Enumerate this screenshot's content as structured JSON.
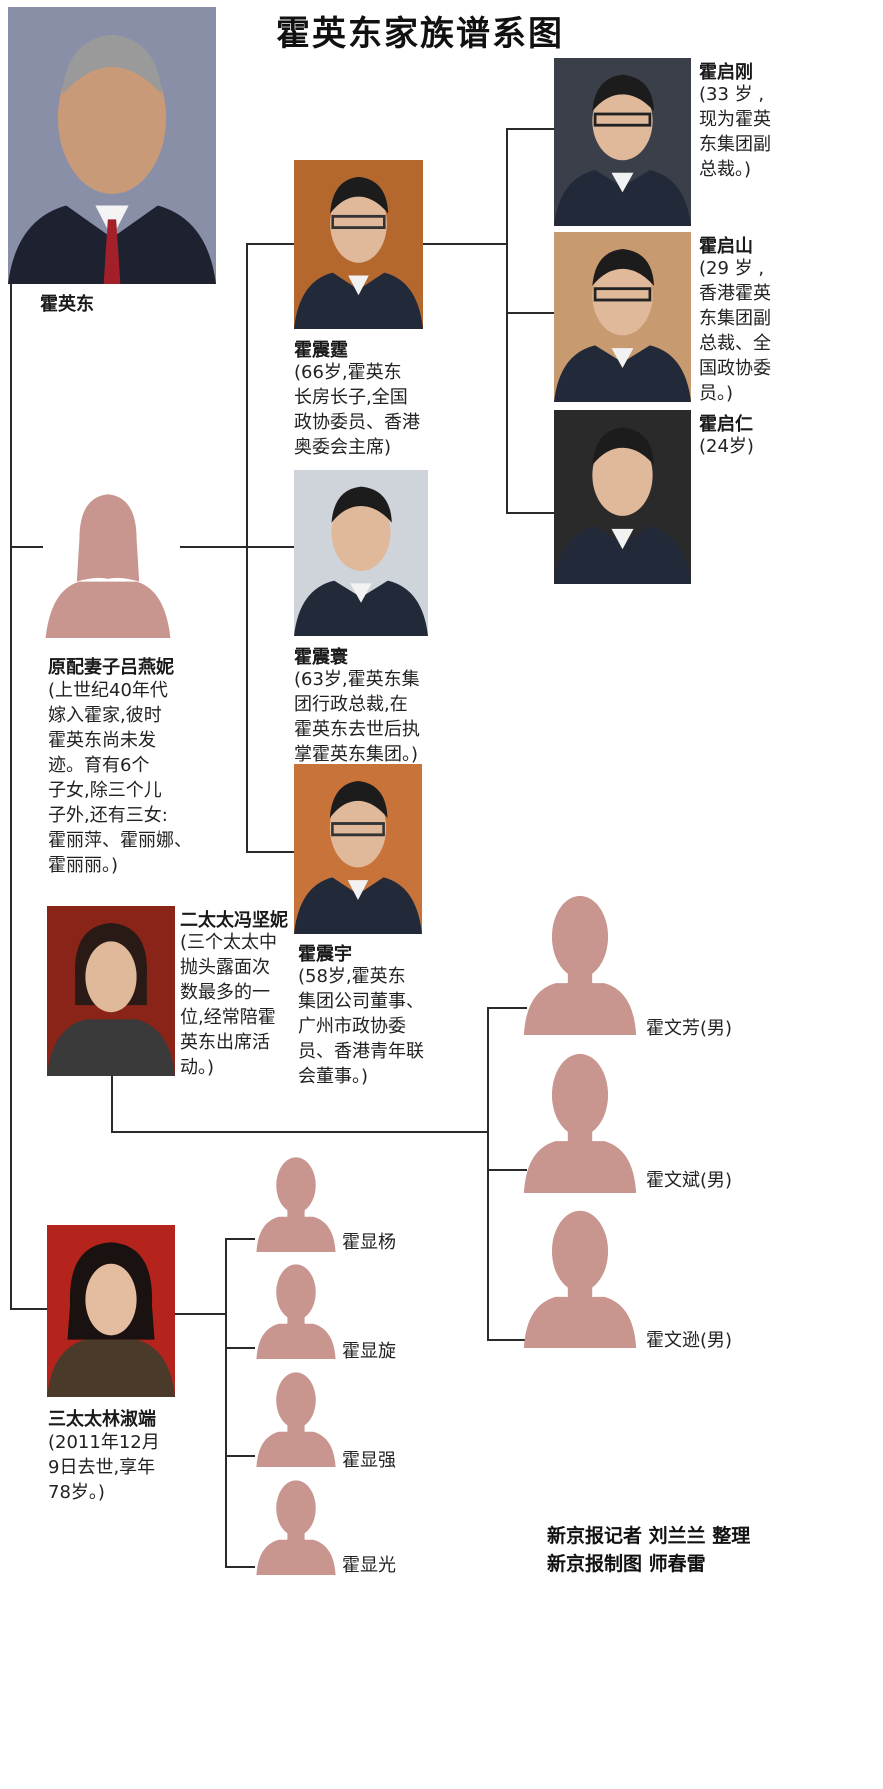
{
  "title": "霍英东家族谱系图",
  "colors": {
    "silhouette": "#c8968f",
    "line": "#2a2a2a"
  },
  "patriarch": {
    "name": "霍英东"
  },
  "wife1": {
    "name": "原配妻子吕燕妮",
    "lines": [
      "(上世纪40年代",
      "嫁入霍家,彼时",
      "霍英东尚未发",
      "迹。育有6个",
      "子女,除三个儿",
      "子外,还有三女:",
      "霍丽萍、霍丽娜、",
      "霍丽丽。)"
    ]
  },
  "son1": {
    "name": "霍震霆",
    "lines": [
      "(66岁,霍英东",
      "长房长子,全国",
      "政协委员、香港",
      "奥委会主席)"
    ]
  },
  "son2": {
    "name": "霍震寰",
    "lines": [
      "(63岁,霍英东集",
      "团行政总裁,在",
      "霍英东去世后执",
      "掌霍英东集团。)"
    ]
  },
  "son3": {
    "name": "霍震宇",
    "lines": [
      "(58岁,霍英东",
      "集团公司董事、",
      "广州市政协委",
      "员、香港青年联",
      "会董事。)"
    ]
  },
  "grand1": {
    "name": "霍启刚",
    "lines": [
      "(33 岁 ,",
      "现为霍英",
      "东集团副",
      "总裁。)"
    ]
  },
  "grand2": {
    "name": "霍启山",
    "lines": [
      "(29 岁 ,",
      "香港霍英",
      "东集团副",
      "总裁、全",
      "国政协委",
      "员。)"
    ]
  },
  "grand3": {
    "name": "霍启仁",
    "lines": [
      "(24岁)"
    ]
  },
  "wife2": {
    "name": "二太太冯坚妮",
    "lines": [
      "(三个太太中",
      "抛头露面次",
      "数最多的一",
      "位,经常陪霍",
      "英东出席活",
      "动。)"
    ]
  },
  "wife2_children": [
    "霍文芳(男)",
    "霍文斌(男)",
    "霍文逊(男)"
  ],
  "wife3": {
    "name": "三太太林淑端",
    "lines": [
      "(2011年12月",
      "9日去世,享年",
      "78岁。)"
    ]
  },
  "wife3_children": [
    "霍显杨",
    "霍显旋",
    "霍显强",
    "霍显光"
  ],
  "credits": [
    "新京报记者 刘兰兰 整理",
    "新京报制图 师春雷"
  ]
}
